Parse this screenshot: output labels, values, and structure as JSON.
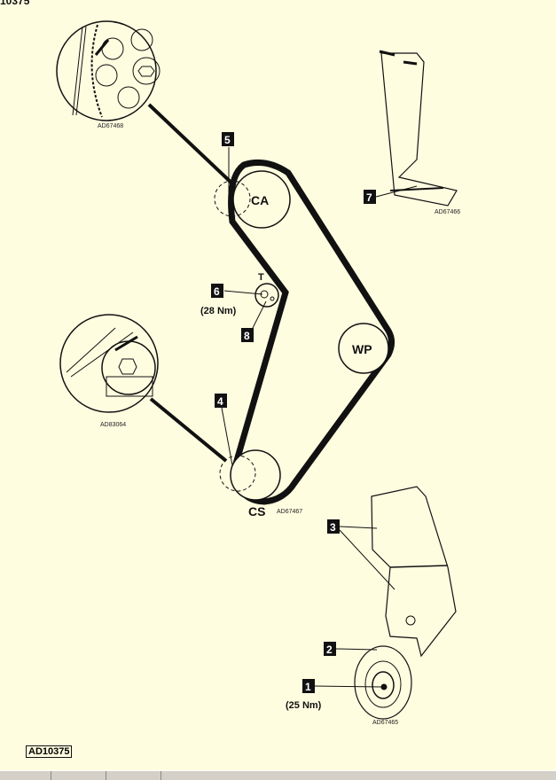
{
  "header": {
    "figure_ref_clipped": "10375"
  },
  "diagram": {
    "pulleys": {
      "camshaft": "CA",
      "water_pump": "WP",
      "crankshaft": "CS",
      "tensioner": "T"
    },
    "callouts": [
      "1",
      "2",
      "3",
      "4",
      "5",
      "6",
      "7",
      "8"
    ],
    "torques": {
      "tensioner": "(28 Nm)",
      "crank_bolt": "(25 Nm)"
    },
    "detail_labels": {
      "camshaft_detail": "AD67468",
      "crank_detail": "AD83064",
      "belt_layout": "AD67467",
      "bracket_detail": "AD67466",
      "pulley_detail": "AD67465"
    }
  },
  "footer": {
    "figure_id": "AD10375"
  },
  "colors": {
    "background": "#fffde0",
    "ink": "#111111",
    "taskbar": "#d4d0c8"
  }
}
